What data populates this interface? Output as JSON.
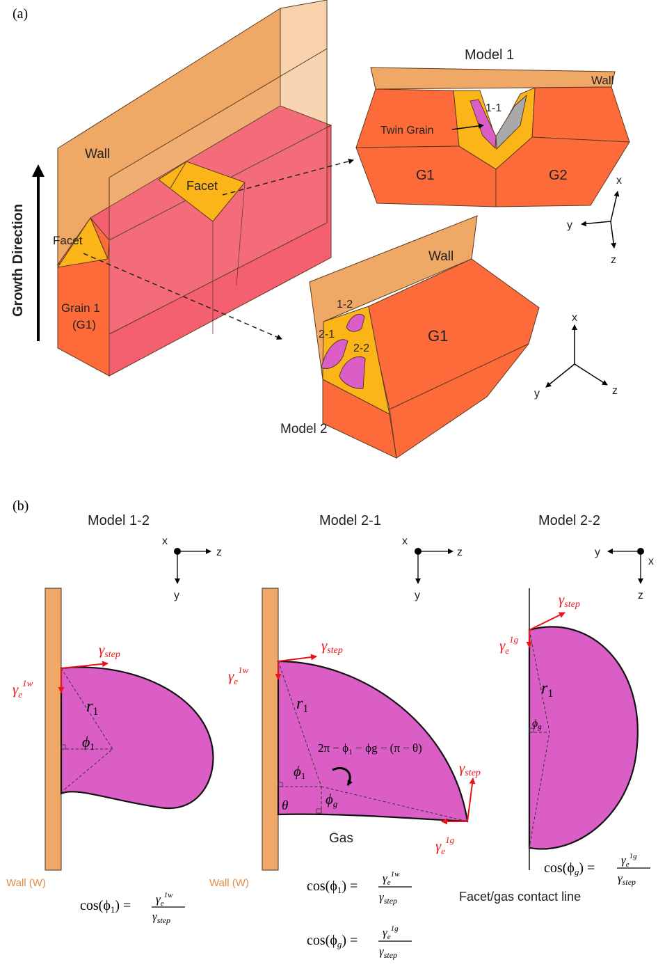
{
  "panel_a": {
    "label": "(a)",
    "growth_direction": "Growth Direction",
    "wall_label": "Wall",
    "facet_top": "Facet",
    "facet_left": "Facet",
    "grain1_line1": "Grain 1",
    "grain1_line2": "(G1)",
    "model1": {
      "title": "Model 1",
      "wall": "Wall",
      "twin_grain": "Twin Grain",
      "nucleus": "1-1",
      "g1": "G1",
      "g2": "G2",
      "axes": {
        "x": "x",
        "y": "y",
        "z": "z"
      }
    },
    "model2": {
      "title": "Model 2",
      "wall": "Wall",
      "g1": "G1",
      "n12": "1-2",
      "n21": "2-1",
      "n22": "2-2",
      "axes": {
        "x": "x",
        "y": "y",
        "z": "z"
      }
    }
  },
  "panel_b": {
    "label": "(b)",
    "m12": {
      "title": "Model 1-2",
      "axes": {
        "x": "x",
        "z": "z",
        "y": "y"
      },
      "gamma": "γ",
      "sub_step": "step",
      "sub_e": "e",
      "sup_1w": "1w",
      "r_sym": "r",
      "r_sub": "1",
      "phi_sym": "ϕ",
      "phi_sub": "1",
      "wall": "Wall (W)",
      "eq": {
        "lhs": "cos(ϕ",
        "lhs_sub": "1",
        "lhs_end": ") =",
        "num_base": "γ",
        "num_sub": "e",
        "num_sup": "1w",
        "den_base": "γ",
        "den_sub": "step"
      }
    },
    "m21": {
      "title": "Model 2-1",
      "axes": {
        "x": "x",
        "z": "z",
        "y": "y"
      },
      "gamma": "γ",
      "sub_step": "step",
      "sub_e": "e",
      "sup_1w": "1w",
      "sup_1g": "1g",
      "r_sym": "r",
      "r_sub": "1",
      "angle_expr": "2π − ϕ₁ − ϕg − (π − θ)",
      "phi1_sym": "ϕ",
      "phi1_sub": "1",
      "phig_sym": "ϕ",
      "phig_sub": "g",
      "theta": "θ",
      "gas": "Gas",
      "wall": "Wall (W)",
      "eq1": {
        "lhs": "cos(ϕ",
        "lhs_sub": "1",
        "lhs_end": ") =",
        "num_base": "γ",
        "num_sub": "e",
        "num_sup": "1w",
        "den_base": "γ",
        "den_sub": "step"
      },
      "eq2": {
        "lhs": "cos(ϕ",
        "lhs_sub": "g",
        "lhs_end": ") =",
        "num_base": "γ",
        "num_sub": "e",
        "num_sup": "1g",
        "den_base": "γ",
        "den_sub": "step"
      }
    },
    "m22": {
      "title": "Model 2-2",
      "axes": {
        "x": "x",
        "y": "y",
        "z": "z"
      },
      "gamma": "γ",
      "sub_step": "step",
      "sub_e": "e",
      "sup_1g": "1g",
      "r_sym": "r",
      "r_sub": "1",
      "phi_sym": "ϕ",
      "phi_sub": "g",
      "contact_line": "Facet/gas contact line",
      "eq": {
        "lhs": "cos(ϕ",
        "lhs_sub": "g",
        "lhs_end": ") =",
        "num_base": "γ",
        "num_sub": "e",
        "num_sup": "1g",
        "den_base": "γ",
        "den_sub": "step"
      }
    }
  },
  "colors": {
    "wall": "#efa866",
    "wall_light": "#f7d2ad",
    "pink_face": "#f4606f",
    "grain_orange": "#fe6b3a",
    "facet_yellow": "#fbb519",
    "magenta": "#db5ec6",
    "gray_grain": "#a9a9a9",
    "red_vector": "#e8141b"
  }
}
